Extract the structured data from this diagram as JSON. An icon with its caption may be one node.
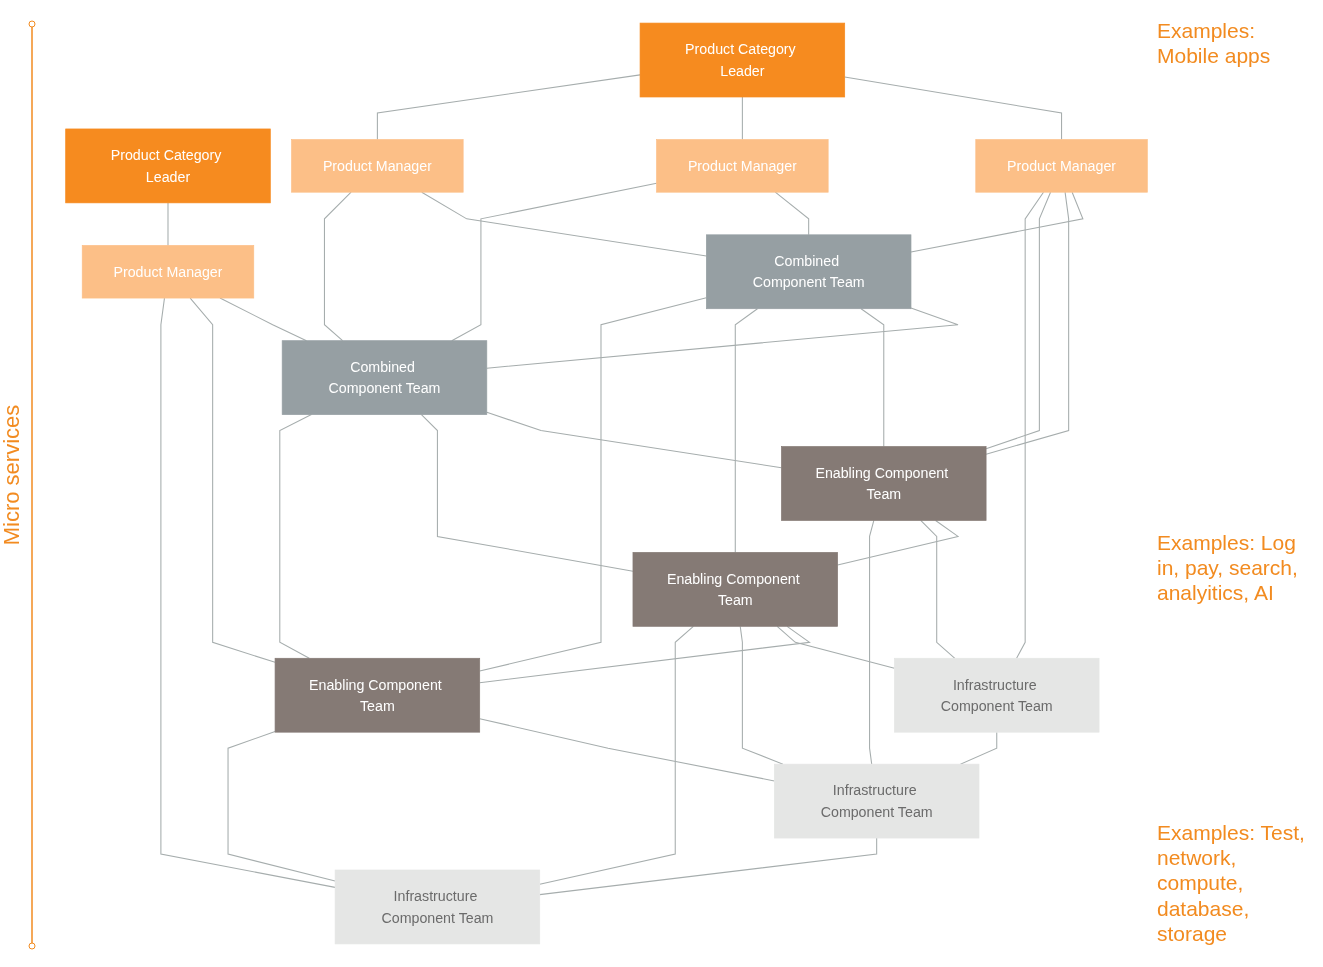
{
  "diagram": {
    "nodes": [
      {
        "text": [
          "Product Category Leader"
        ]
      },
      {
        "text": [
          "Product Category Leader"
        ]
      },
      {
        "text": [
          "Product Manager"
        ]
      },
      {
        "text": [
          "Product Manager"
        ]
      },
      {
        "text": [
          "Product Manager"
        ]
      },
      {
        "text": [
          "Product Manager"
        ]
      },
      {
        "text": [
          "Combined Component Team"
        ]
      },
      {
        "text": [
          "Combined Component Team"
        ]
      },
      {
        "text": [
          "Enabling Component Team"
        ]
      },
      {
        "text": [
          "Enabling Component Team"
        ]
      },
      {
        "text": [
          "Enabling Component Team"
        ]
      },
      {
        "text": [
          "Infrastructure Component Team"
        ]
      },
      {
        "text": [
          "Infrastructure Component Team"
        ]
      },
      {
        "text": [
          "Infrastructure Component Team"
        ]
      }
    ],
    "edges": [
      {
        "from": 0,
        "to": 2,
        "arrow": "none"
      },
      {
        "from": 0,
        "to": 3,
        "arrow": "none"
      },
      {
        "from": 0,
        "to": 4,
        "arrow": "none"
      },
      {
        "from": 1,
        "to": 5,
        "arrow": "none"
      },
      {
        "from": 2,
        "to": 6,
        "arrow": "none"
      },
      {
        "from": 2,
        "to": 8,
        "arrow": "none"
      },
      {
        "from": 2,
        "to": 8,
        "arrow": "none"
      },
      {
        "from": 2,
        "to": 11,
        "arrow": "none"
      },
      {
        "from": 3,
        "to": 6,
        "arrow": "none"
      },
      {
        "from": 3,
        "to": 7,
        "arrow": "none"
      },
      {
        "from": 4,
        "to": 6,
        "arrow": "none"
      },
      {
        "from": 4,
        "to": 7,
        "arrow": "none"
      },
      {
        "from": 5,
        "to": 7,
        "arrow": "none"
      },
      {
        "from": 5,
        "to": 10,
        "arrow": "none"
      },
      {
        "from": 5,
        "to": 13,
        "arrow": "none"
      },
      {
        "from": 6,
        "to": 7,
        "arrow": "none"
      },
      {
        "from": 6,
        "to": 8,
        "arrow": "none"
      },
      {
        "from": 6,
        "to": 9,
        "arrow": "none"
      },
      {
        "from": 6,
        "to": 10,
        "arrow": "none"
      },
      {
        "from": 7,
        "to": 8,
        "arrow": "none"
      },
      {
        "from": 7,
        "to": 9,
        "arrow": "none"
      },
      {
        "from": 7,
        "to": 10,
        "arrow": "none"
      },
      {
        "from": 8,
        "to": 9,
        "arrow": "none"
      },
      {
        "from": 9,
        "to": 10,
        "arrow": "none"
      },
      {
        "from": 8,
        "to": 11,
        "arrow": "none"
      },
      {
        "from": 8,
        "to": 12,
        "arrow": "none"
      },
      {
        "from": 9,
        "to": 11,
        "arrow": "none"
      },
      {
        "from": 9,
        "to": 12,
        "arrow": "none"
      },
      {
        "from": 9,
        "to": 13,
        "arrow": "none"
      },
      {
        "from": 10,
        "to": 12,
        "arrow": "none"
      },
      {
        "from": 10,
        "to": 13,
        "arrow": "none"
      },
      {
        "from": 11,
        "to": 12,
        "arrow": "none"
      },
      {
        "from": 12,
        "to": 13,
        "arrow": "none"
      }
    ],
    "labels": [
      "Micro services",
      "Examples: Mobile apps",
      "Examples: Log in, pay, search, analyitics, AI",
      "Examples: Test, network, compute, database, storage"
    ]
  }
}
